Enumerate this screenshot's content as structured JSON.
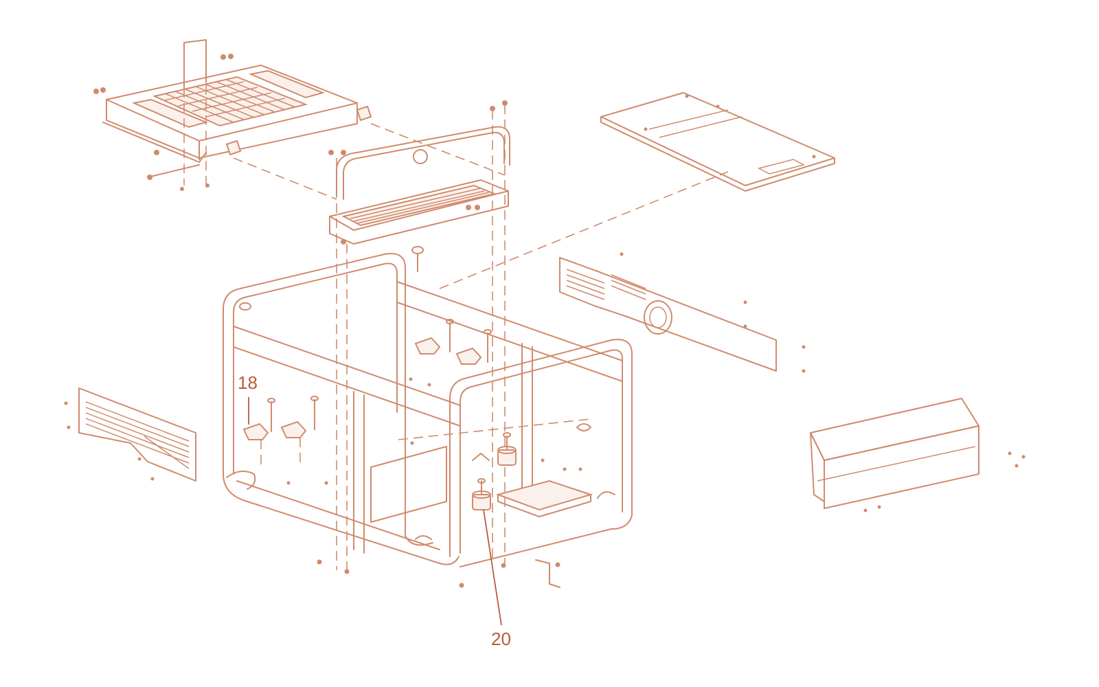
{
  "callouts": [
    {
      "id": "18",
      "text": "18"
    },
    {
      "id": "20",
      "text": "20"
    }
  ],
  "colors": {
    "line": "#d08a6c",
    "label": "#b85c3c",
    "background": "#ffffff"
  }
}
